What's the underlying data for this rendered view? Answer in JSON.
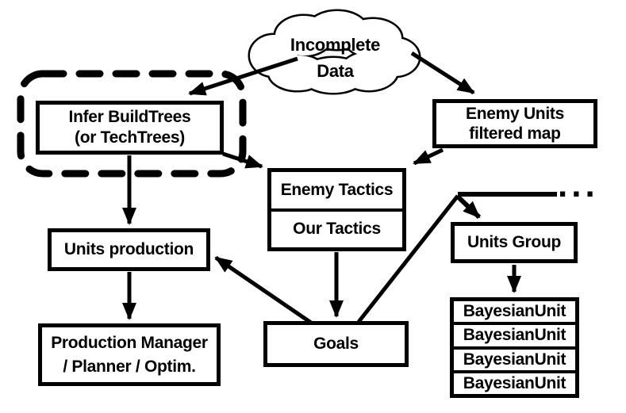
{
  "diagram": {
    "title": "Bayesian RTS AI architecture diagram",
    "colors": {
      "line": "#000000",
      "background": "#ffffff",
      "text": "#000000"
    },
    "cloud": {
      "line1": "Incomplete",
      "line2": "Data"
    },
    "nodes": {
      "infer_buildtrees": {
        "line1": "Infer BuildTrees",
        "line2": "(or TechTrees)"
      },
      "enemy_units": {
        "line1": "Enemy Units",
        "line2": "filtered map"
      },
      "enemy_tactics": "Enemy Tactics",
      "our_tactics": "Our Tactics",
      "units_production": "Units production",
      "production_manager": {
        "line1": "Production Manager",
        "line2": "/ Planner / Optim."
      },
      "goals": "Goals",
      "units_group": "Units Group",
      "bayesian_units": [
        "BayesianUnit",
        "BayesianUnit",
        "BayesianUnit",
        "BayesianUnit"
      ]
    },
    "ellipsis": "...",
    "edges": [
      {
        "from": "incomplete-data-cloud",
        "to": "infer-buildtrees",
        "arrow": true
      },
      {
        "from": "incomplete-data-cloud",
        "to": "enemy-units-filtered-map",
        "arrow": true
      },
      {
        "from": "infer-buildtrees-dashed-group",
        "to": "enemy-tactics",
        "arrow": true
      },
      {
        "from": "enemy-units-filtered-map",
        "to": "enemy-tactics",
        "arrow": true
      },
      {
        "from": "infer-buildtrees",
        "to": "units-production",
        "arrow": true
      },
      {
        "from": "units-production",
        "to": "production-manager",
        "arrow": true
      },
      {
        "from": "our-tactics",
        "to": "goals",
        "arrow": true
      },
      {
        "from": "goals",
        "to": "units-production",
        "arrow": true
      },
      {
        "from": "goals",
        "to": "units-group",
        "arrow": true
      },
      {
        "from": "units-group",
        "to": "bayesian-unit-stack",
        "arrow": true
      },
      {
        "from": "units-group-branch",
        "to": "more-units-groups-ellipsis",
        "arrow": false
      }
    ]
  }
}
